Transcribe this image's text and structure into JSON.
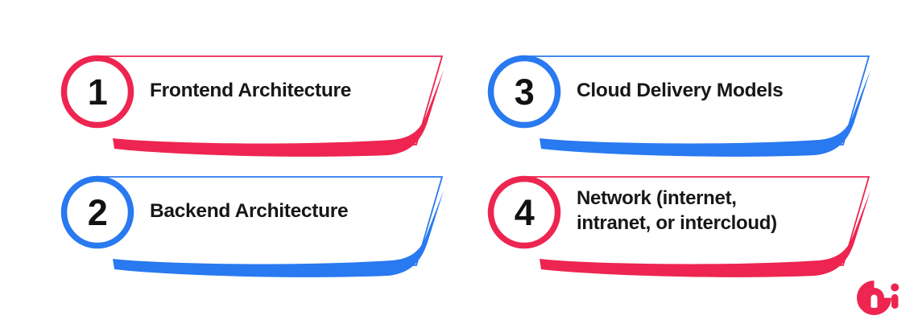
{
  "page": {
    "title": "Numbered list infographic",
    "background_color": "#ffffff",
    "layout": "2x2 grid of numbered banner items"
  },
  "colors": {
    "crimson": "#ED2550",
    "blue": "#2979F0",
    "text": "#17171a",
    "number_text": "#121214",
    "background": "#ffffff"
  },
  "items": [
    {
      "number": "1",
      "label": "Frontend Architecture",
      "color": "#ED2550",
      "color_name": "crimson",
      "position": "top-left"
    },
    {
      "number": "2",
      "label": "Backend Architecture",
      "color": "#2979F0",
      "color_name": "blue",
      "position": "bottom-left"
    },
    {
      "number": "3",
      "label": "Cloud Delivery Models",
      "color": "#2979F0",
      "color_name": "blue",
      "position": "top-right"
    },
    {
      "number": "4",
      "label": "Network (internet, intranet, or intercloud)",
      "label_line1": "Network (internet,",
      "label_line2": "intranet, or intercloud)",
      "color": "#ED2550",
      "color_name": "crimson",
      "position": "bottom-right"
    }
  ],
  "logo": {
    "name": "mi-logo",
    "text": "mi",
    "color": "#ED2550"
  }
}
